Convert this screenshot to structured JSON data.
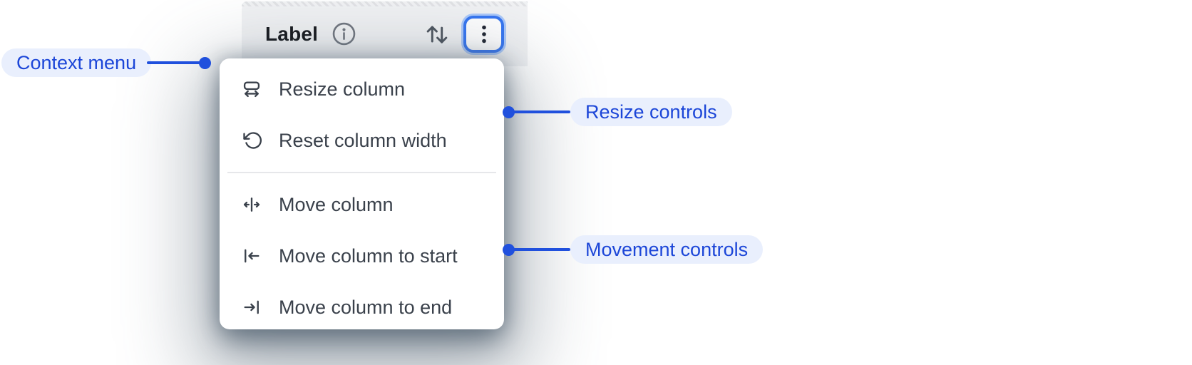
{
  "header": {
    "label": "Label",
    "icons": [
      "info-icon",
      "sort-icon",
      "kebab-icon"
    ]
  },
  "context_menu": {
    "items": [
      {
        "label": "Resize column",
        "icon": "resize-column-icon"
      },
      {
        "label": "Reset column width",
        "icon": "reset-column-width-icon"
      },
      {
        "label": "Move column",
        "icon": "move-column-icon"
      },
      {
        "label": "Move column to start",
        "icon": "move-column-to-start-icon"
      },
      {
        "label": "Move column to end",
        "icon": "move-column-to-end-icon"
      }
    ]
  },
  "annotations": {
    "context_menu": {
      "label": "Context menu"
    },
    "resize_controls": {
      "label": "Resize controls"
    },
    "movement_controls": {
      "label": "Movement controls"
    }
  },
  "colors": {
    "accent_blue": "#1d4ed8",
    "connector_blue": "#2050dd",
    "focus_ring_blue": "#3575f2",
    "annotation_pill_bg": "#e9effd",
    "header_bg": "#f1f2f4",
    "menu_bg": "#ffffff",
    "menu_text": "#3a414b",
    "shadow_slate": "#5a6876"
  }
}
